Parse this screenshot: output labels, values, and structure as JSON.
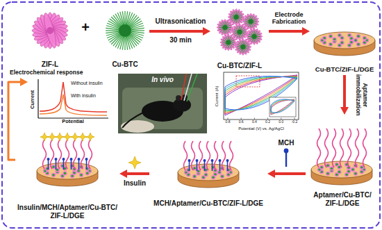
{
  "diagram": {
    "nodes": [
      {
        "text": [
          "ZIF-L"
        ]
      },
      {
        "text": [
          "Cu-BTC"
        ]
      },
      {
        "text": [
          "Cu-BTC/ZIF-L"
        ]
      },
      {
        "text": [
          "Cu-BTC/ZIF-L/DGE"
        ]
      },
      {
        "text": [
          "Current",
          "Potential",
          "Without insulin",
          "With insulin"
        ]
      },
      {
        "text": [
          "In vivo"
        ]
      },
      {
        "text": [
          "Current (A)",
          "Potential (V) vs. Ag/AgCl"
        ]
      },
      {
        "text": [
          "Aptamer/Cu-BTC/ZIF-L/DGE"
        ]
      },
      {
        "text": [
          "Insulin/MCH/Aptamer/Cu-BTC/ZIF-L/DGE"
        ]
      },
      {
        "text": [
          "MCH/Aptamer/Cu-BTC/ZIF-L/DGE"
        ]
      }
    ],
    "edges": [
      {
        "from": 1,
        "to": 2,
        "label": "Ultrasonication",
        "arrow": "to"
      },
      {
        "from": 2,
        "to": 3,
        "label": "Electrode Fabrication",
        "arrow": "to"
      },
      {
        "from": 3,
        "to": 7,
        "label": "Aptamer immobilization",
        "arrow": "to"
      },
      {
        "from": 7,
        "to": 9,
        "label": "MCH",
        "arrow": "to"
      },
      {
        "from": 9,
        "to": 8,
        "label": "Insulin",
        "arrow": "to"
      },
      {
        "from": 8,
        "to": 4,
        "label": "Electrochemical response",
        "arrow": "to"
      }
    ],
    "labels": [
      "+",
      "30 min",
      "0.8",
      "0.6",
      "0.4",
      "0.2",
      "0.0",
      "-0.2"
    ]
  }
}
